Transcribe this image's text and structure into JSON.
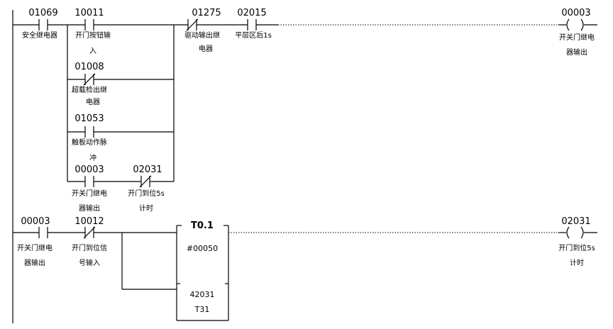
{
  "rung1": {
    "c_01069": {
      "addr": "01069",
      "label1": "安全继电器",
      "label2": ""
    },
    "c_10011": {
      "addr": "10011",
      "label1": "开门按钮输",
      "label2": "入"
    },
    "c_01008": {
      "addr": "01008",
      "label1": "超载检出继",
      "label2": "电器"
    },
    "c_01053": {
      "addr": "01053",
      "label1": "触板动作脉",
      "label2": "冲"
    },
    "c_00003b": {
      "addr": "00003",
      "label1": "开关门继电",
      "label2": "器输出"
    },
    "c_02031b": {
      "addr": "02031",
      "label1": "开门到位5s",
      "label2": "计时"
    },
    "c_01275": {
      "addr": "01275",
      "label1": "驱动输出继",
      "label2": "电器"
    },
    "c_02015": {
      "addr": "02015",
      "label1": "平层区后1s",
      "label2": ""
    },
    "coil": {
      "addr": "00003",
      "label1": "开关门继电",
      "label2": "器输出"
    }
  },
  "rung2": {
    "c_00003": {
      "addr": "00003",
      "label1": "开关门继电",
      "label2": "器输出"
    },
    "c_10012": {
      "addr": "10012",
      "label1": "开门到位信",
      "label2": "号输入"
    },
    "timer": {
      "name": "T0.1",
      "preset": "#00050",
      "value": "42031",
      "tag": "T31"
    },
    "coil": {
      "addr": "02031",
      "label1": "开门到位5s",
      "label2": "计时"
    }
  }
}
